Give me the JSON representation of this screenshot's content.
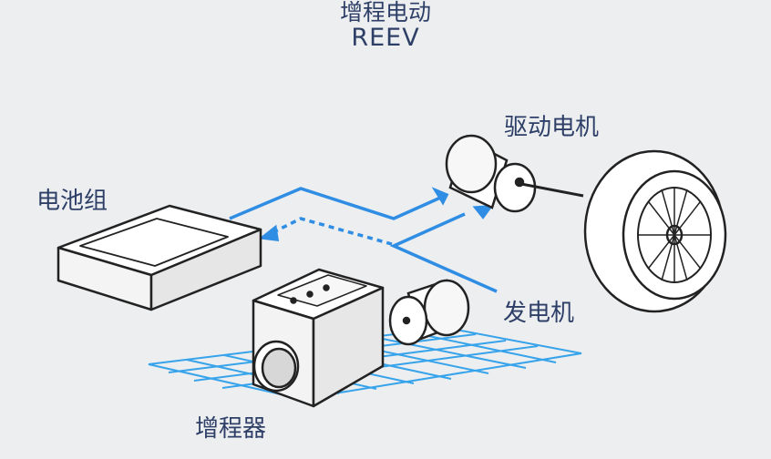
{
  "title": {
    "zh": "增程电动",
    "en": "REEV"
  },
  "labels": {
    "battery": "电池组",
    "drive_motor": "驱动电机",
    "generator": "发电机",
    "range_extender": "增程器"
  },
  "colors": {
    "flow": "#2f8de4",
    "grid": "#37a3ea",
    "text": "#2e3f67",
    "outline": "#222222",
    "background": "#eceef0"
  }
}
